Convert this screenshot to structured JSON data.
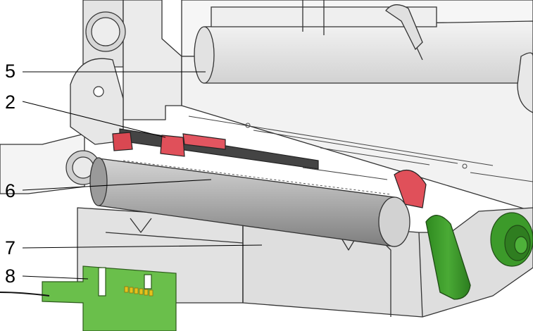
{
  "callouts": [
    {
      "id": "5",
      "label": "5"
    },
    {
      "id": "2",
      "label": "2"
    },
    {
      "id": "6",
      "label": "6"
    },
    {
      "id": "7",
      "label": "7"
    },
    {
      "id": "8",
      "label": "8"
    }
  ],
  "colors": {
    "line_art": "#333333",
    "frame_fill": "#e6e6e6",
    "roller_gray": "#aeaeae",
    "lever_red": "#e0505a",
    "knob_green": "#3c9a2a",
    "pcb_green": "#6abf4b",
    "contact_gold": "#e5c21c",
    "leader_line": "#000000"
  },
  "icons": [
    "gear-icon",
    "rotary-knob-icon",
    "pcb-contacts-icon"
  ]
}
